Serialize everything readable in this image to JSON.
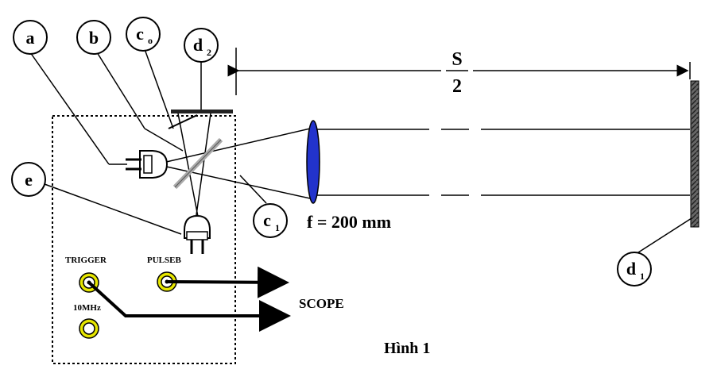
{
  "figure": {
    "caption": "Hình 1",
    "distance_label": {
      "numerator": "S",
      "denominator": "2"
    },
    "lens_label": "f = 200 mm",
    "scope_label": "SCOPE",
    "connectors": {
      "trigger": "TRIGGER",
      "pulse": "PULSEB",
      "clock": "10MHz"
    },
    "callouts": {
      "a": {
        "main": "a",
        "sub": ""
      },
      "b": {
        "main": "b",
        "sub": ""
      },
      "c0": {
        "main": "c",
        "sub": "o"
      },
      "d2": {
        "main": "d",
        "sub": "2"
      },
      "e": {
        "main": "e",
        "sub": ""
      },
      "c1": {
        "main": "c",
        "sub": "1"
      },
      "d1": {
        "main": "d",
        "sub": "1"
      }
    },
    "colors": {
      "lens": "#2233cc",
      "connector_ring": "#e6e600",
      "line": "#000000",
      "beamsplitter": "#aaaaaa"
    }
  }
}
